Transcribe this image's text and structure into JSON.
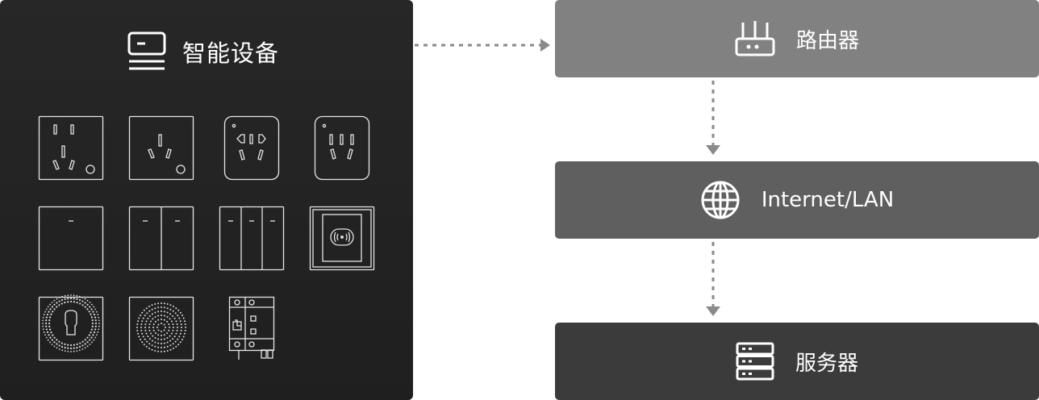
{
  "devices_panel": {
    "title": "智能设备",
    "icon": "monitor-list-icon"
  },
  "devices": [
    {
      "name": "socket-5hole-outlet-icon"
    },
    {
      "name": "socket-3hole-outlet-icon"
    },
    {
      "name": "socket-10a-rounded-outlet-icon"
    },
    {
      "name": "socket-16a-rounded-outlet-icon"
    },
    {
      "name": "switch-single-gang-icon"
    },
    {
      "name": "switch-double-gang-icon"
    },
    {
      "name": "switch-triple-gang-icon"
    },
    {
      "name": "card-reader-rfid-icon"
    },
    {
      "name": "dimmer-knob-led-ring-icon"
    },
    {
      "name": "sensor-dot-ring-icon"
    },
    {
      "name": "circuit-breaker-icon"
    }
  ],
  "flow": [
    {
      "id": "router",
      "label": "路由器",
      "icon": "router-icon",
      "color": "#818181"
    },
    {
      "id": "internet",
      "label": "Internet/LAN",
      "icon": "globe-icon",
      "color": "#5f5f5f"
    },
    {
      "id": "server",
      "label": "服务器",
      "icon": "server-icon",
      "color": "#3b3b3b"
    }
  ],
  "colors": {
    "panel": "#232323",
    "arrow": "#8a8a8a",
    "icon_stroke": "#e6e6e6"
  }
}
